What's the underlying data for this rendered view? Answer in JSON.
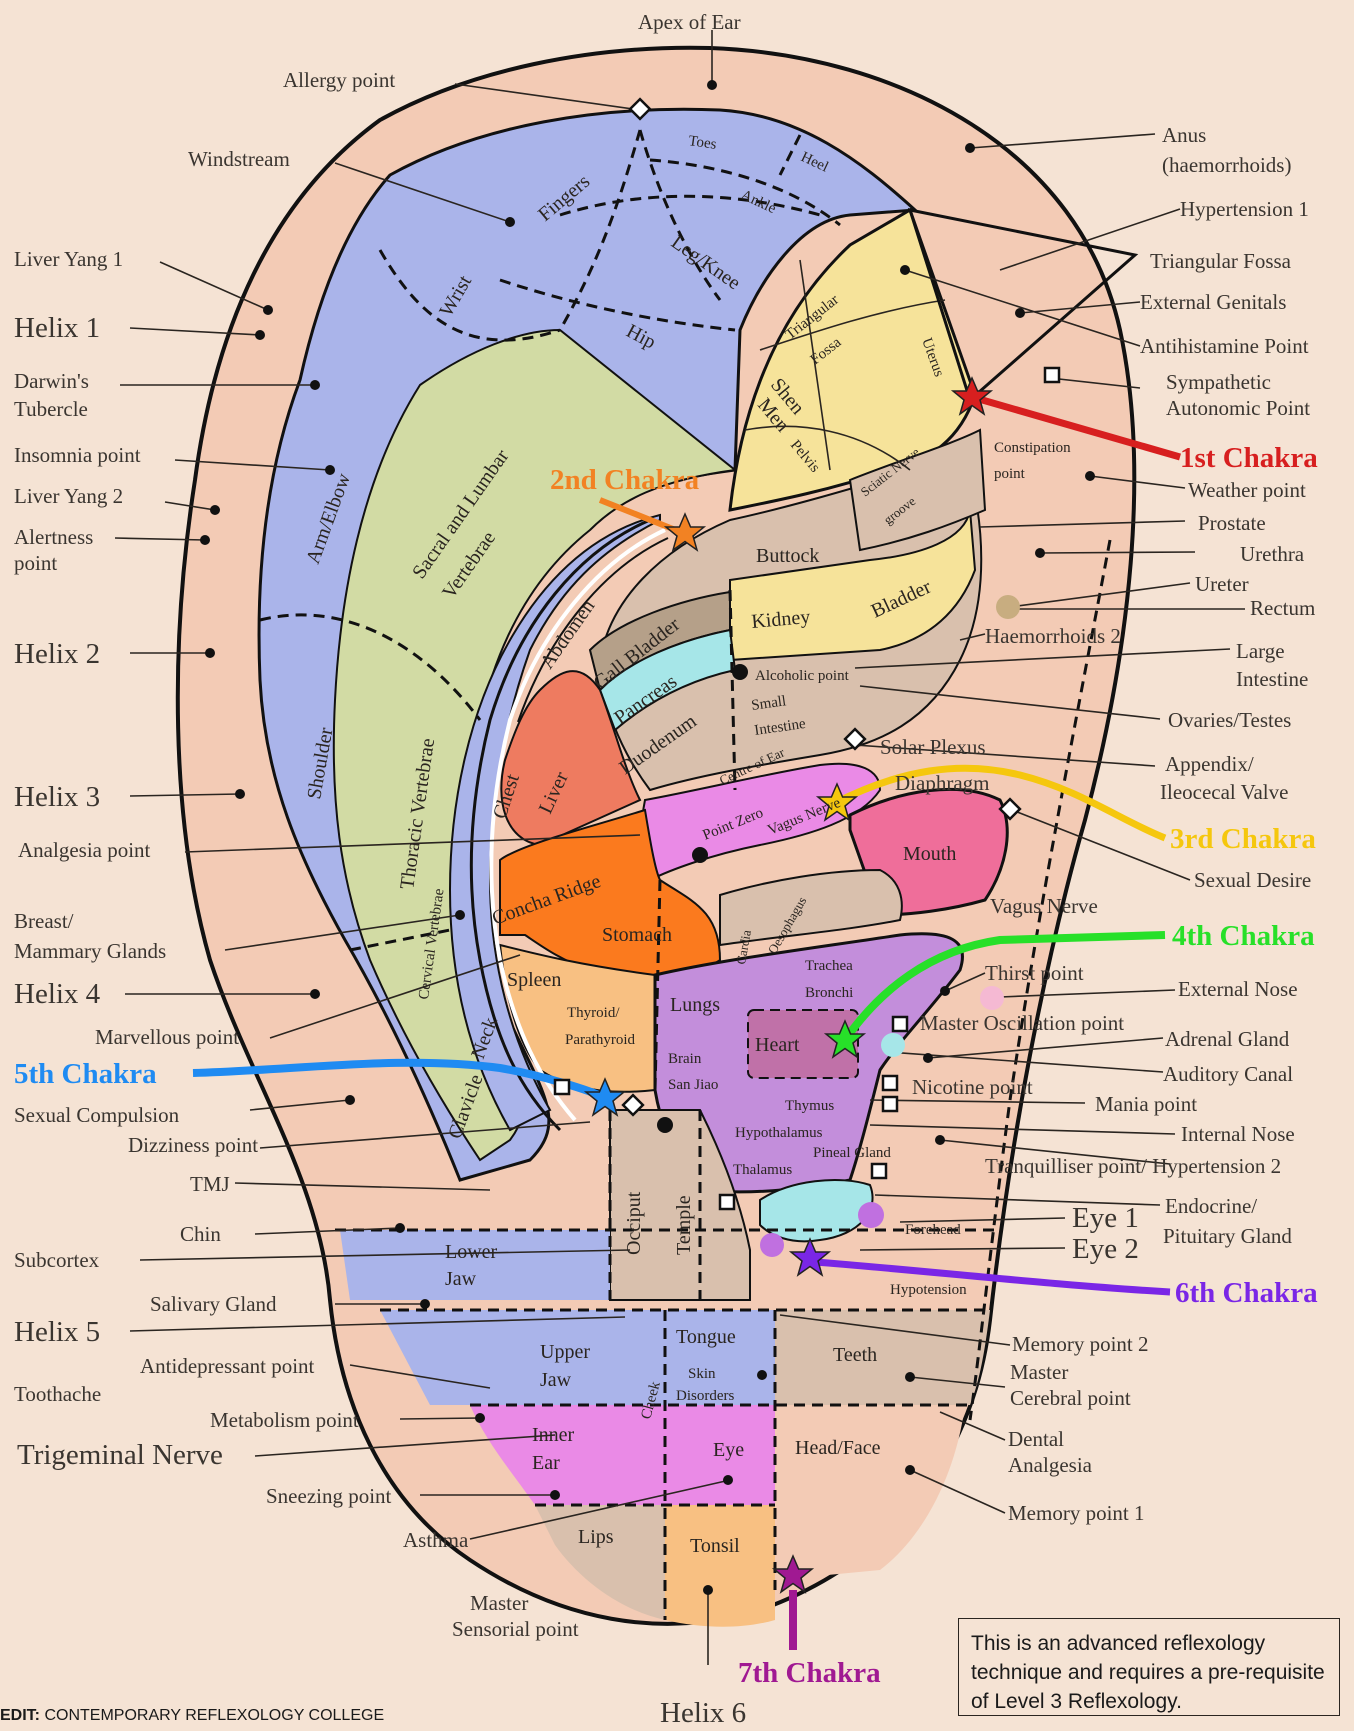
{
  "colors": {
    "background": "#f5e3d4",
    "helix": "#f3cbb5",
    "blue_zone": "#aab4ea",
    "green_zone": "#d2dba4",
    "yellow_zone": "#f6e39a",
    "cyan_zone": "#a6e6e8",
    "tan_zone": "#d9c0ad",
    "brown_zone": "#b5a089",
    "red_zone": "#ee7b60",
    "orange_zone": "#fb7a1e",
    "magenta_zone": "#ea8ae6",
    "pink_zone": "#ef6e9a",
    "purple_zone": "#c38edb",
    "light_orange": "#f8c082",
    "chakra_1": "#d71f1f",
    "chakra_2": "#f28223",
    "chakra_3": "#f5c70e",
    "chakra_4": "#27e029",
    "chakra_5": "#1f8bf2",
    "chakra_6": "#7a26e6",
    "chakra_7": "#a01992"
  },
  "icons": [
    "star-marker-icon",
    "square-marker-icon",
    "dot-marker-icon"
  ],
  "external_labels": {
    "apex": "Apex of Ear",
    "allergy": "Allergy point",
    "windstream": "Windstream",
    "liver_yang_1": "Liver Yang 1",
    "helix_1": "Helix 1",
    "darwins_1": "Darwin's",
    "darwins_2": "Tubercle",
    "insomnia": "Insomnia point",
    "liver_yang_2": "Liver Yang 2",
    "alertness_1": "Alertness",
    "alertness_2": "point",
    "helix_2": "Helix 2",
    "helix_3": "Helix 3",
    "analgesia": "Analgesia point",
    "breast_1": "Breast/",
    "breast_2": "Mammary Glands",
    "helix_4": "Helix 4",
    "marvellous": "Marvellous point",
    "sexual_compulsion": "Sexual Compulsion",
    "dizziness": "Dizziness point",
    "tmj": "TMJ",
    "chin": "Chin",
    "subcortex": "Subcortex",
    "salivary": "Salivary  Gland",
    "helix_5": "Helix 5",
    "antidepressant": "Antidepressant point",
    "toothache": "Toothache",
    "metabolism": "Metabolism point",
    "trigeminal": "Trigeminal Nerve",
    "sneezing": "Sneezing point",
    "asthma": "Asthma",
    "master_sens_1": "Master",
    "master_sens_2": "Sensorial point",
    "helix_6": "Helix 6",
    "anus_1": "Anus",
    "anus_2": "(haemorrhoids)",
    "hypertension_1": "Hypertension 1",
    "triangular_fossa": "Triangular Fossa",
    "external_genitals": "External Genitals",
    "antihistamine": "Antihistamine Point",
    "sympathetic_1": "Sympathetic",
    "sympathetic_2": "Autonomic Point",
    "weather": "Weather point",
    "prostate": "Prostate",
    "urethra": "Urethra",
    "ureter": "Ureter",
    "rectum": "Rectum",
    "haemorrhoids_2": "Haemorrhoids 2",
    "large_int_1": "Large",
    "large_int_2": "Intestine",
    "ovaries": "Ovaries/Testes",
    "appendix_1": "Appendix/",
    "appendix_2": "Ileocecal Valve",
    "solar_plexus": "Solar Plexus",
    "diaphragm": "Diaphragm",
    "sexual_desire": "Sexual Desire",
    "vagus": "Vagus Nerve",
    "thirst": "Thirst point",
    "external_nose": "External Nose",
    "master_osc": "Master Oscillation point",
    "adrenal": "Adrenal Gland",
    "auditory": "Auditory Canal",
    "nicotine": "Nicotine point",
    "mania": "Mania point",
    "internal_nose": "Internal Nose",
    "tranquilliser": "Tranquilliser point/ Hypertension 2",
    "endocrine_1": "Endocrine/",
    "endocrine_2": "Pituitary Gland",
    "eye_1": "Eye 1",
    "eye_2": "Eye 2",
    "forehead": "Forehead",
    "hypotension": "Hypotension",
    "memory_2": "Memory point 2",
    "master_cer_1": "Master",
    "master_cer_2": "Cerebral point",
    "dental_1": "Dental",
    "dental_2": "Analgesia",
    "memory_1": "Memory point 1"
  },
  "internal_labels": {
    "toes": "Toes",
    "heel": "Heel",
    "ankle": "Ankle",
    "fingers": "Fingers",
    "wrist": "Wrist",
    "leg_knee": "Leg/Knee",
    "hip": "Hip",
    "tri_fossa_1": "Triangular",
    "tri_fossa_2": "Fossa",
    "uterus": "Uterus",
    "shen_men_1": "Shen",
    "shen_men_2": "Men",
    "pelvis": "Pelvis",
    "sciatic": "Sciatic Nerve",
    "groove": "groove",
    "constipation_1": "Constipation",
    "constipation_2": "point",
    "arm_elbow": "Arm/Elbow",
    "sacral_1": "Sacral and Lumbar",
    "sacral_2": "Vertebrae",
    "buttock": "Buttock",
    "kidney": "Kidney",
    "bladder": "Bladder",
    "abdomen": "Abdomen",
    "gall_bladder": "Gall Bladder",
    "pancreas": "Pancreas",
    "duodenum": "Duodenum",
    "alcoholic": "Alcoholic point",
    "small_int_1": "Small",
    "small_int_2": "Intestine",
    "centre_ear": "Centre of Ear",
    "shoulder": "Shoulder",
    "thoracic": "Thoracic Vertebrae",
    "chest": "Chest",
    "liver": "Liver",
    "point_zero": "Point Zero",
    "vagus_inner": "Vagus Nerve",
    "concha": "Concha Ridge",
    "mouth": "Mouth",
    "stomach": "Stomach",
    "cardia": "Cardia",
    "oesophagus": "Oesophagus",
    "trachea_1": "Trachea",
    "trachea_2": "Bronchi",
    "spleen": "Spleen",
    "thyroid_1": "Thyroid/",
    "thyroid_2": "Parathyroid",
    "lungs": "Lungs",
    "heart": "Heart",
    "brain_1": "Brain",
    "brain_2": "San Jiao",
    "thymus": "Thymus",
    "hypothalamus": "Hypothalamus",
    "pineal": "Pineal Gland",
    "thalamus": "Thalamus",
    "cervical": "Cervical Vertebrae",
    "neck": "Neck",
    "clavicle": "Clavicle",
    "occiput": "Occiput",
    "temple": "Temple",
    "lower_jaw_1": "Lower",
    "lower_jaw_2": "Jaw",
    "upper_jaw_1": "Upper",
    "upper_jaw_2": "Jaw",
    "tongue": "Tongue",
    "skin_1": "Skin",
    "skin_2": "Disorders",
    "teeth": "Teeth",
    "inner_ear_1": "Inner",
    "inner_ear_2": "Ear",
    "cheek": "Cheek",
    "eye": "Eye",
    "head_face": "Head/Face",
    "lips": "Lips",
    "tonsil": "Tonsil"
  },
  "chakras": {
    "c1": "1st Chakra",
    "c2": "2nd Chakra",
    "c3": "3rd Chakra",
    "c4": "4th Chakra",
    "c5": "5th Chakra",
    "c6": "6th Chakra",
    "c7": "7th Chakra"
  },
  "note": "This is an advanced reflexology technique and requires a pre-requisite of Level 3 Reflexology.",
  "credit": {
    "prefix": "EDIT:",
    "text": "CONTEMPORARY REFLEXOLOGY COLLEGE"
  }
}
